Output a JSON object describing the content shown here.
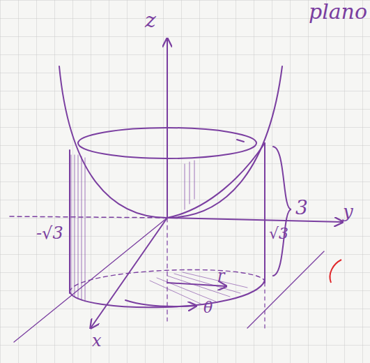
{
  "diagram": {
    "labels": [
      "plano",
      "z",
      "y",
      "x",
      "-√3",
      "√3",
      "3",
      "r",
      "θ"
    ]
  }
}
